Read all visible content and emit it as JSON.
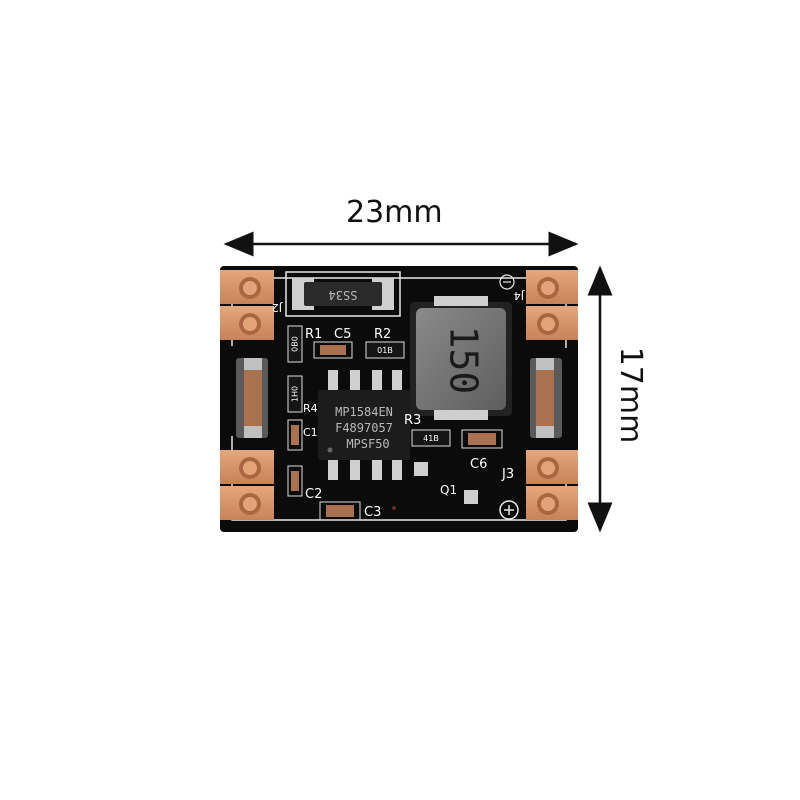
{
  "dimensions": {
    "width_label": "23mm",
    "height_label": "17mm"
  },
  "silkscreen": {
    "labels": [
      "R1",
      "C5",
      "R2",
      "R3",
      "C6",
      "J3",
      "Q1",
      "C2",
      "C3",
      "C1",
      "R4",
      "J4",
      "J2"
    ],
    "diode_marking": "SS34",
    "r1_value": "0B0",
    "r2_value": "01B",
    "r3_value": "41B",
    "r4_value": "1H0"
  },
  "ic": {
    "line1": "MP1584EN",
    "line2": "F4897057",
    "line3": "MPSF50"
  },
  "inductor": {
    "marking": "150"
  },
  "colors": {
    "pcb": "#0b0b0b",
    "copper_pad": "#d9966b",
    "silkscreen": "#ffffff",
    "ic_body": "#1c1c1c",
    "inductor_body": "#7a7a7a"
  }
}
